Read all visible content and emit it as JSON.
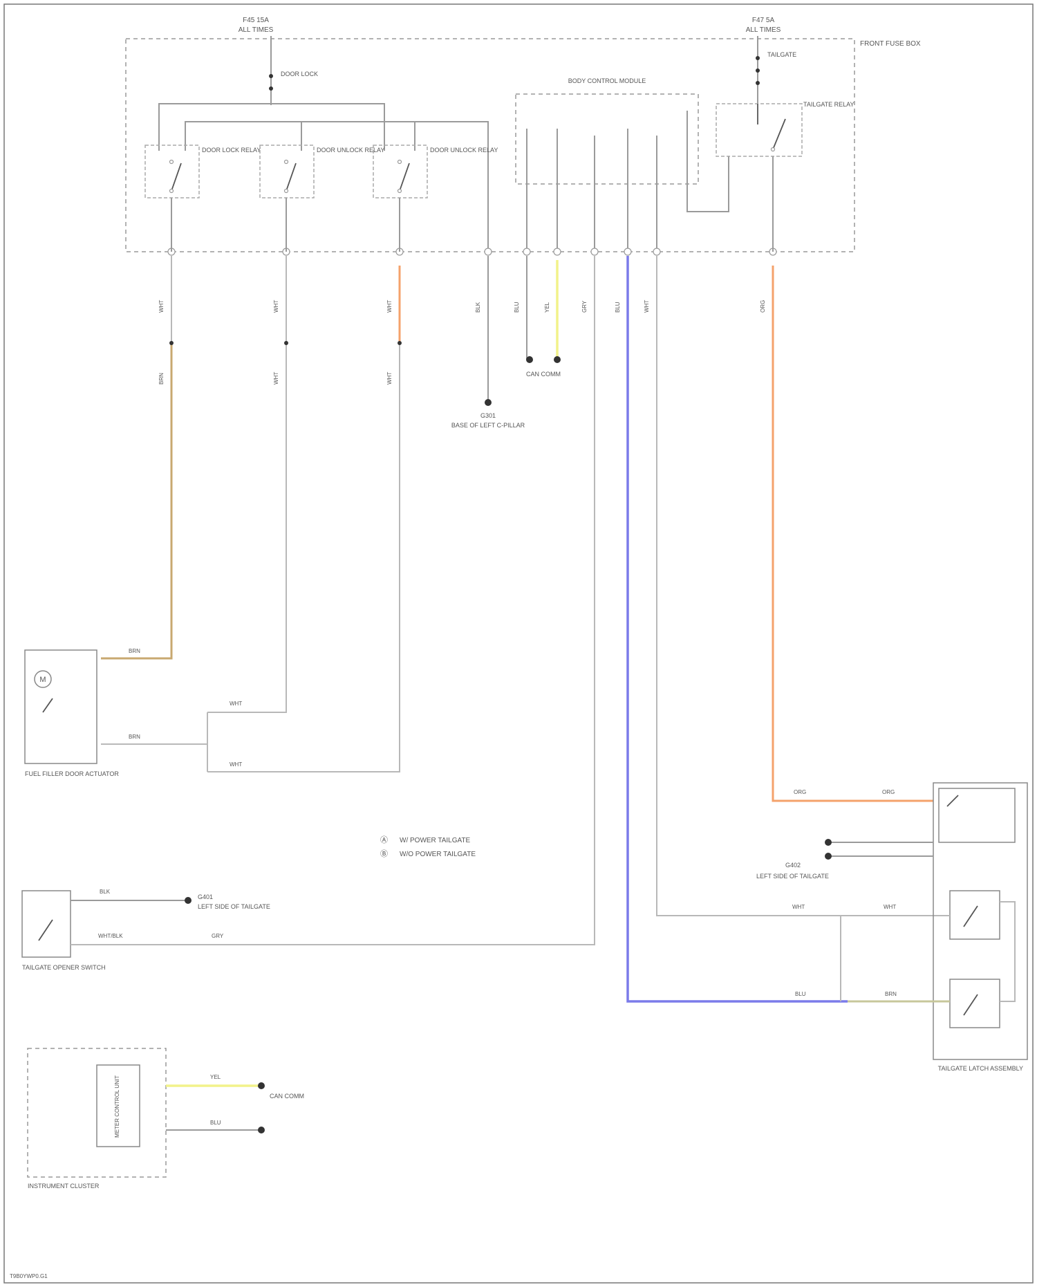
{
  "diagram": {
    "footer_code": "T9B0YWP0.G1",
    "fuses": [
      {
        "id": "fuse-left",
        "label": "F45 15A",
        "sub": "ALL TIMES"
      },
      {
        "id": "fuse-right",
        "label": "F47 5A",
        "sub": "ALL TIMES"
      }
    ],
    "junction_box": {
      "label": "FRONT FUSE BOX"
    },
    "relays": [
      {
        "id": "door-lock",
        "label": "DOOR LOCK RELAY"
      },
      {
        "id": "door-unlock",
        "label": "DOOR UNLOCK RELAY"
      },
      {
        "id": "door-unlock-2",
        "label": "DOOR UNLOCK RELAY"
      },
      {
        "id": "tailgate",
        "label": "TAILGATE RELAY"
      }
    ],
    "fuse_taps": [
      "DOOR LOCK",
      "TAILGATE"
    ],
    "bcm": {
      "label": "BODY CONTROL MODULE"
    },
    "grounds": [
      {
        "id": "g1",
        "label": "G301",
        "sub": "BASE OF LEFT C-PILLAR"
      },
      {
        "id": "g2",
        "label": "G401",
        "sub": "LEFT SIDE OF TAILGATE"
      },
      {
        "id": "g3",
        "label": "G402",
        "sub": "LEFT SIDE OF TAILGATE"
      }
    ],
    "can_junctions": [
      "CAN COMM",
      "CAN COMM"
    ],
    "components": {
      "fuel_door": "FUEL FILLER DOOR ACTUATOR",
      "tailgate_switch": "TAILGATE OPENER SWITCH",
      "tailgate_latch": "TAILGATE LATCH ASSEMBLY",
      "instrument_cluster": "INSTRUMENT CLUSTER",
      "cluster_inner": "METER CONTROL UNIT"
    },
    "legend": [
      {
        "sym": "Ⓐ",
        "text": "W/ POWER TAILGATE"
      },
      {
        "sym": "Ⓑ",
        "text": "W/O POWER TAILGATE"
      }
    ],
    "wire_colors": {
      "orange": "#f4a26b",
      "tan": "#c8a870",
      "blue": "#7b7bea",
      "yellow": "#f2f28a",
      "gray": "#b8b8b8"
    }
  }
}
